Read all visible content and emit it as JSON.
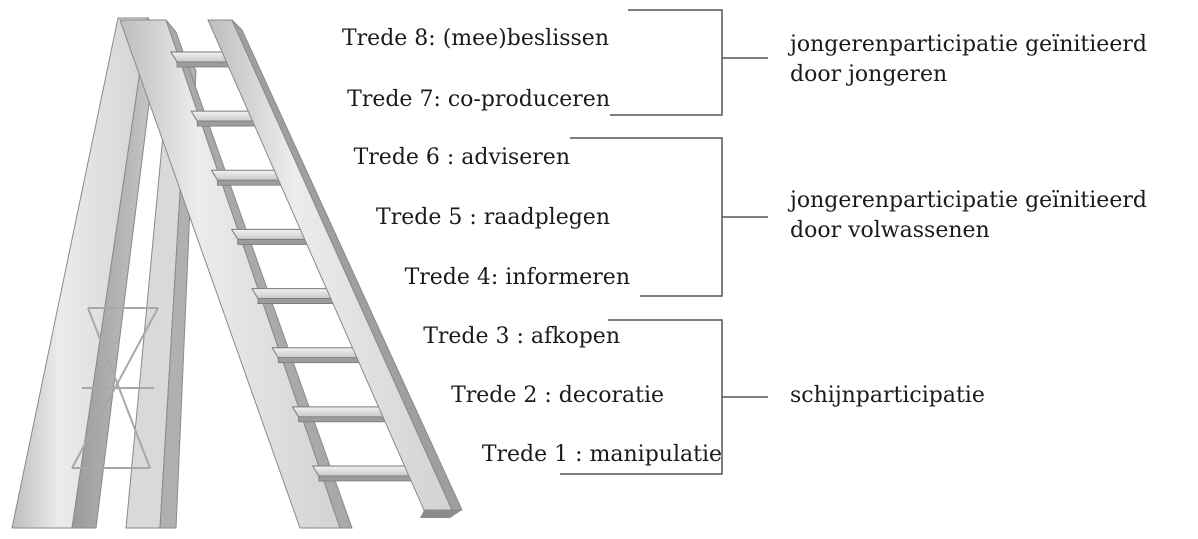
{
  "rungs": [
    {
      "label": "Trede 8: (mee)beslissen"
    },
    {
      "label": "Trede 7: co-produceren"
    },
    {
      "label": "Trede 6 : adviseren"
    },
    {
      "label": "Trede 5 : raadplegen"
    },
    {
      "label": "Trede 4: informeren"
    },
    {
      "label": "Trede 3 : afkopen"
    },
    {
      "label": "Trede 2 : decoratie"
    },
    {
      "label": "Trede 1 : manipulatie"
    }
  ],
  "groups": [
    {
      "line1": "jongerenparticipatie geïnitieerd",
      "line2": "door jongeren"
    },
    {
      "line1": "jongerenparticipatie geïnitieerd",
      "line2": "door volwassenen"
    },
    {
      "line1": "schijnparticipatie",
      "line2": ""
    }
  ],
  "colors": {
    "ladder_light": "#e6e6e6",
    "ladder_mid": "#c4c4c4",
    "ladder_dark": "#8c8c8c",
    "ladder_outline": "#6e6e6e",
    "bracket": "#555555",
    "text": "#1a1a1a"
  }
}
